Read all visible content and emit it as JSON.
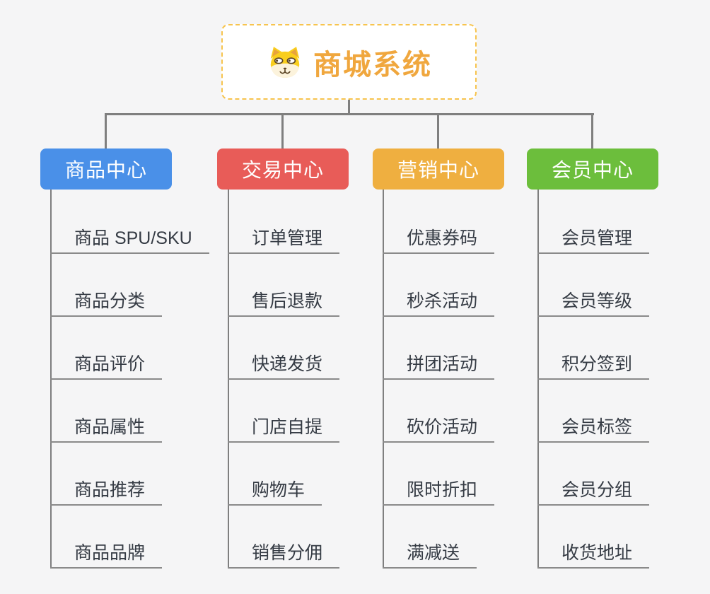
{
  "root": {
    "title": "商城系统",
    "icon": "doge-icon",
    "border_color": "#F7C44E",
    "title_color": "#F0A73E"
  },
  "connector_color": "#7F7F7F",
  "branches": [
    {
      "label": "商品中心",
      "color": "#4A90E8",
      "children": [
        "商品 SPU/SKU",
        "商品分类",
        "商品评价",
        "商品属性",
        "商品推荐",
        "商品品牌"
      ]
    },
    {
      "label": "交易中心",
      "color": "#E85C58",
      "children": [
        "订单管理",
        "售后退款",
        "快递发货",
        "门店自提",
        "购物车",
        "销售分佣"
      ]
    },
    {
      "label": "营销中心",
      "color": "#EFAF40",
      "children": [
        "优惠券码",
        "秒杀活动",
        "拼团活动",
        "砍价活动",
        "限时折扣",
        "满减送"
      ]
    },
    {
      "label": "会员中心",
      "color": "#6CBE3C",
      "children": [
        "会员管理",
        "会员等级",
        "积分签到",
        "会员标签",
        "会员分组",
        "收货地址"
      ]
    }
  ]
}
